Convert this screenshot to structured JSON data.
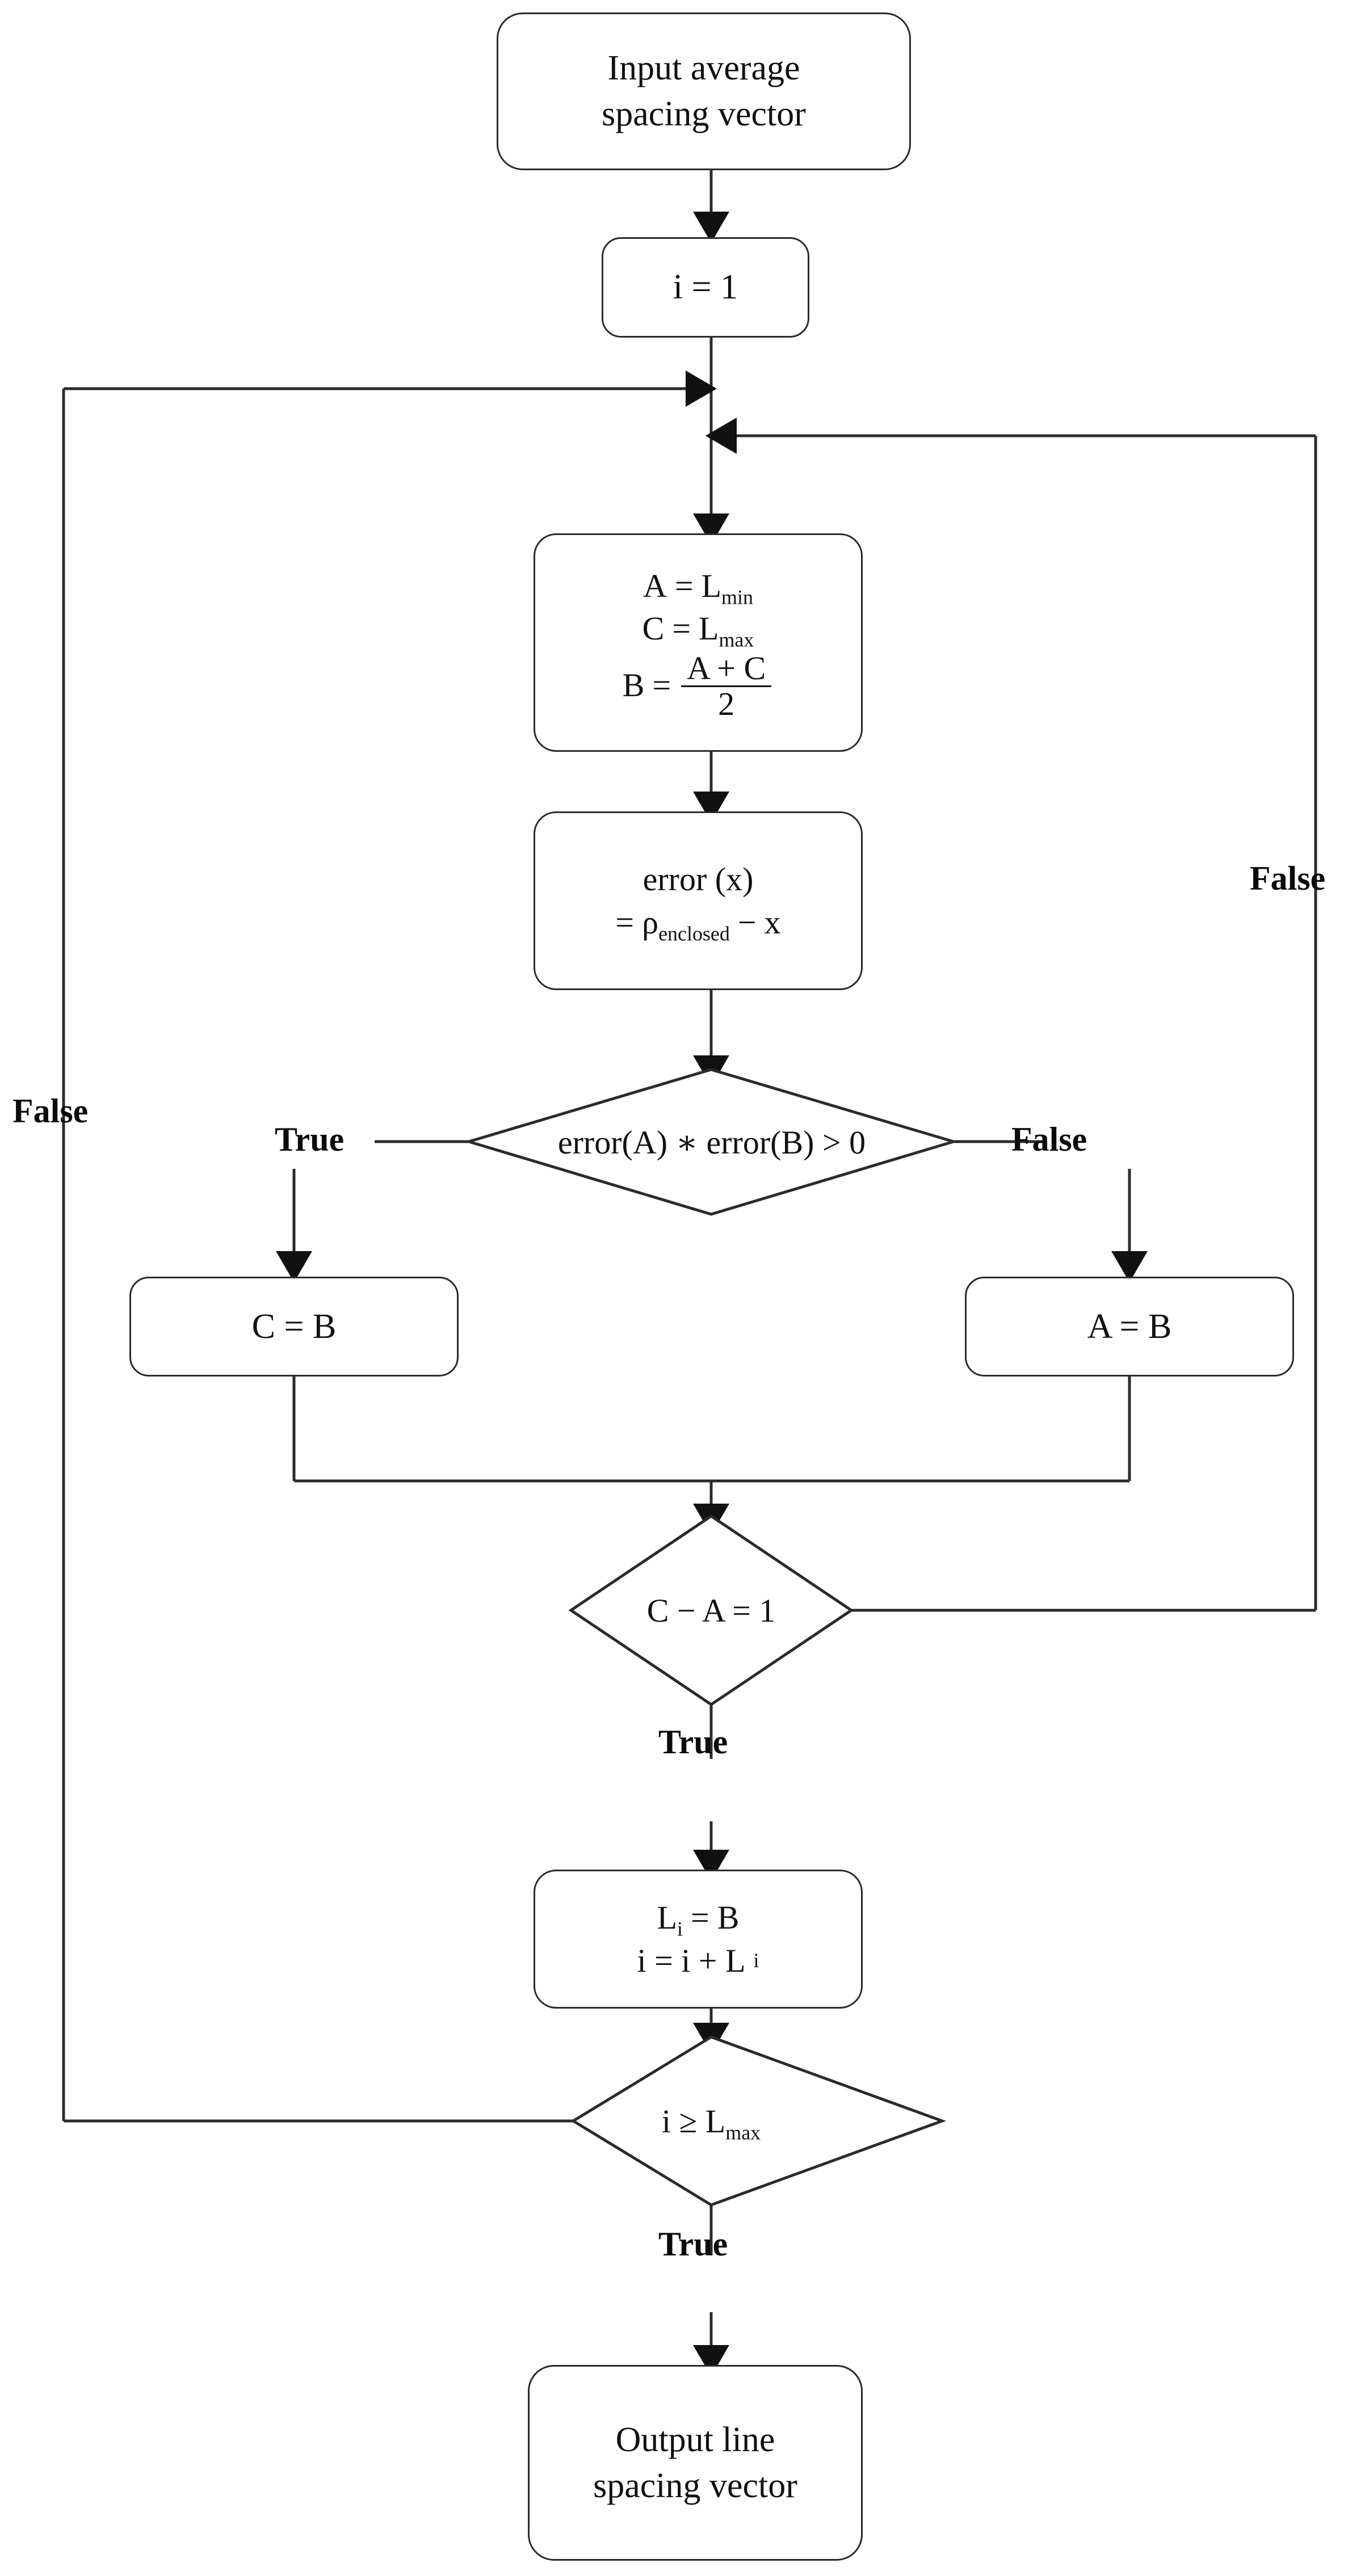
{
  "diagram": {
    "type": "flowchart",
    "title": "Line spacing vector bisection algorithm flowchart",
    "nodes": {
      "input": {
        "line1": "Input average",
        "line2": "spacing vector"
      },
      "init": {
        "text": "i = 1"
      },
      "assign": {
        "line1_lhs": "A",
        "line1_eq": "=",
        "line1_rhs": "L",
        "line1_sub": "min",
        "line2_lhs": "C",
        "line2_eq": "=",
        "line2_rhs": "L",
        "line2_sub": "max",
        "line3_lhs": "B",
        "line3_eq": "=",
        "line3_num": "A + C",
        "line3_den": "2"
      },
      "error_def": {
        "line1": "error (x)",
        "line2_eq": "=",
        "line2_rho": "ρ",
        "line2_sub": "enclosed",
        "line2_minus": "−",
        "line2_x": "x"
      },
      "decision_sign": {
        "text": "error(A) ∗ error(B) > 0"
      },
      "set_c": {
        "text": "C = B"
      },
      "set_a": {
        "text": "A = B"
      },
      "decision_converged": {
        "text": "C − A = 1"
      },
      "store": {
        "line1_lhs": "L",
        "line1_sub": "i",
        "line1_eq": "=",
        "line1_rhs": "B",
        "line2": "i = i + L",
        "line2_sub": "i"
      },
      "decision_done": {
        "lhs": "i ≥ L",
        "sub": "max"
      },
      "output": {
        "line1": "Output line",
        "line2": "spacing vector"
      }
    },
    "edge_labels": {
      "sign_true": "True",
      "sign_false": "False",
      "converged_true": "True",
      "converged_false": "False",
      "done_true": "True",
      "done_false": "False"
    },
    "colors": {
      "stroke": "#2b2b2b",
      "text": "#111111",
      "background": "#ffffff"
    }
  }
}
